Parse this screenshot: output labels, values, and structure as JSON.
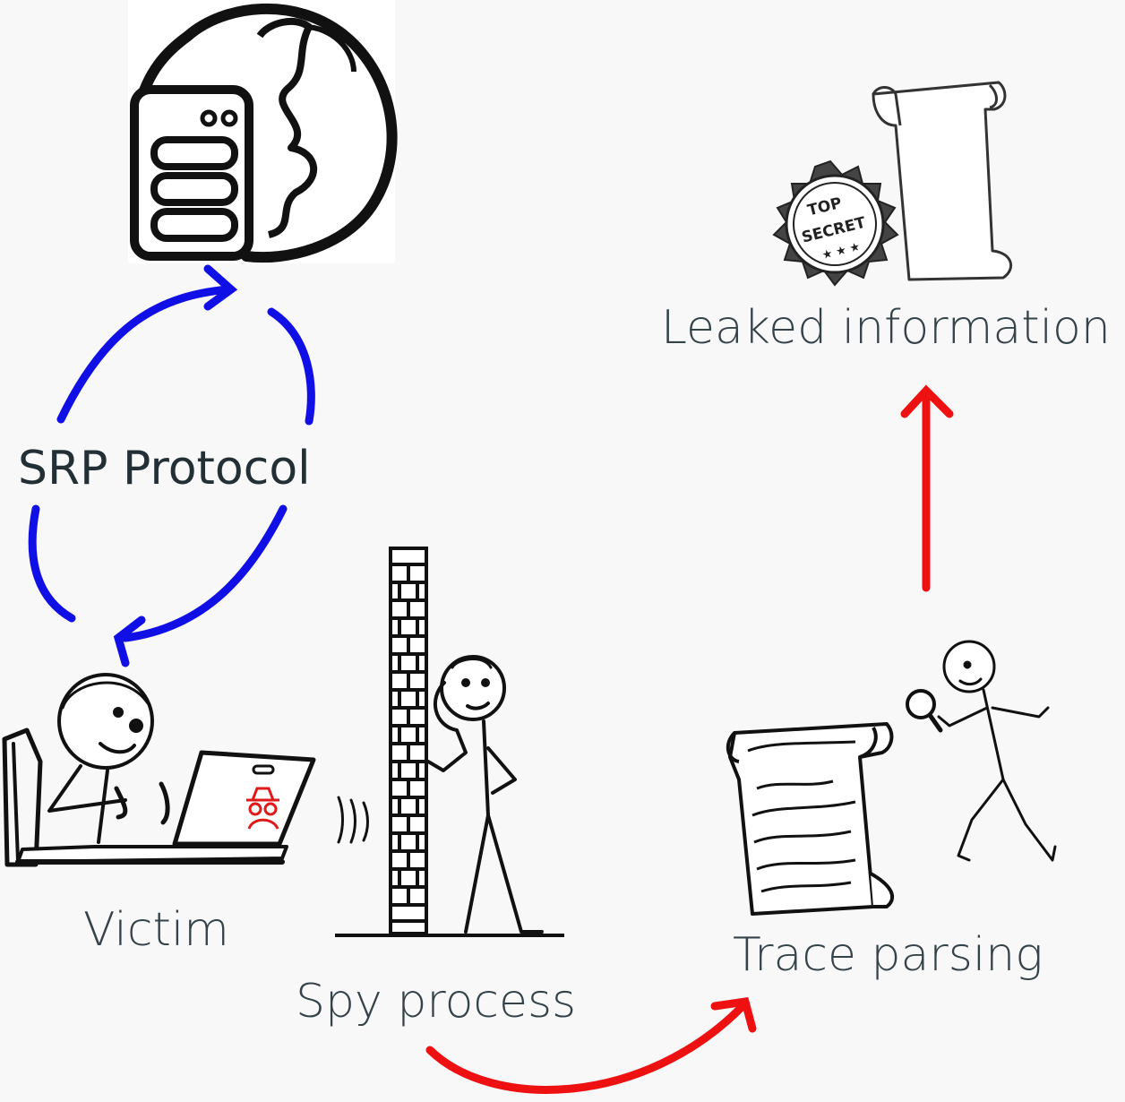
{
  "labels": {
    "srp_protocol": "SRP Protocol",
    "leaked_information": "Leaked information",
    "victim": "Victim",
    "spy_process": "Spy process",
    "trace_parsing": "Trace parsing"
  },
  "stamp": {
    "line1": "TOP",
    "line2": "SECRET"
  },
  "colors": {
    "protocol_arrows": "#1010e6",
    "attack_arrows": "#ee1111",
    "spy_icon": "#e01a1a",
    "ink": "#111111",
    "text": "#34434a"
  }
}
